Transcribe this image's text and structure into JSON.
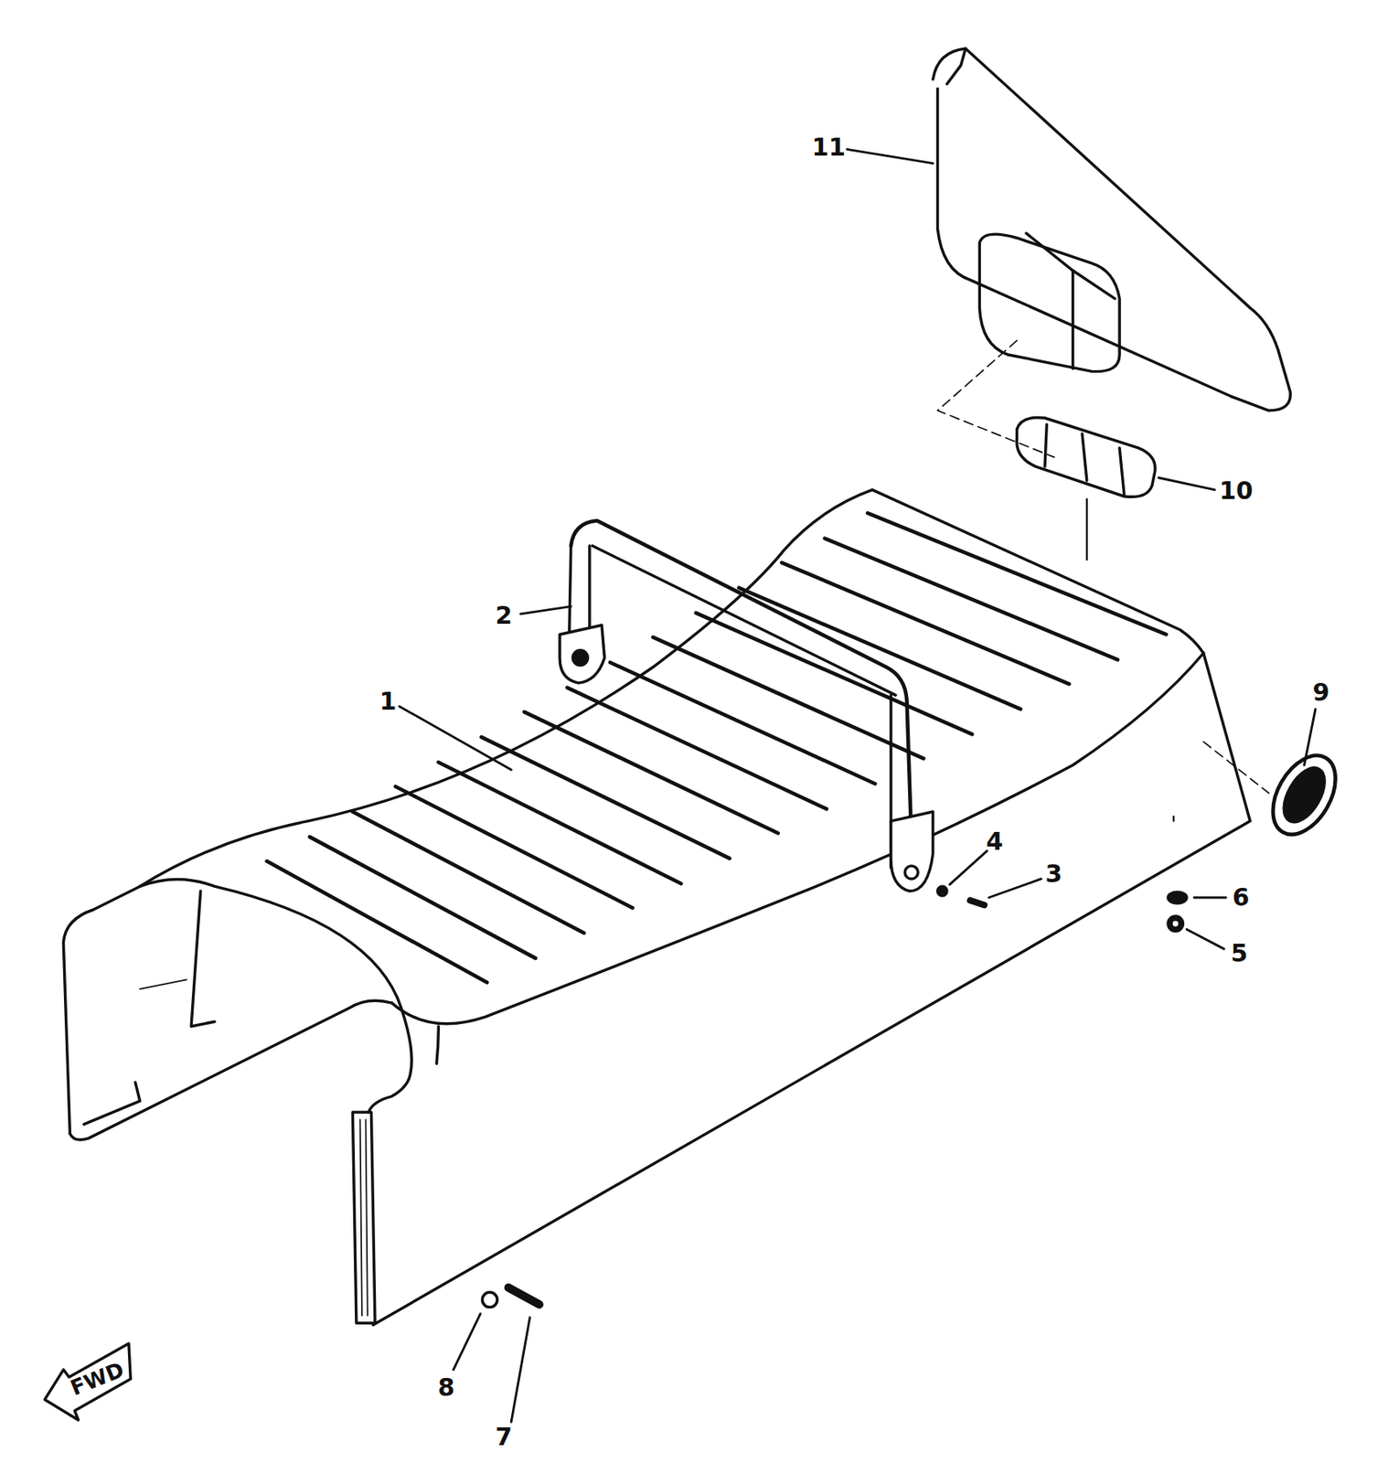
{
  "diagram": {
    "labels": [
      "11",
      "10",
      "2",
      "1",
      "9",
      "4",
      "3",
      "6",
      "5",
      "8",
      "7",
      "FWD"
    ]
  }
}
